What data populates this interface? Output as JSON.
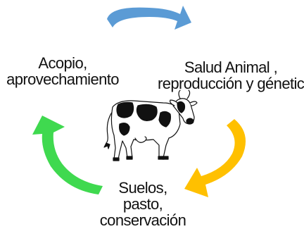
{
  "cycle": {
    "stages": {
      "acopio": {
        "lines": [
          "Acopio,",
          "aprovechamiento"
        ]
      },
      "salud": {
        "lines": [
          "Salud Animal ,",
          "reproducción y génetica"
        ]
      },
      "suelos": {
        "lines": [
          "Suelos,",
          "pasto,",
          "conservación"
        ]
      }
    },
    "arrows": {
      "top": {
        "icon": "curved-arrow-icon",
        "color": "#5B9BD5"
      },
      "right": {
        "icon": "curved-arrow-icon",
        "color": "#FFC000"
      },
      "left": {
        "icon": "curved-arrow-icon",
        "color": "#3FD94F"
      }
    },
    "center_image": {
      "icon": "cow-icon"
    }
  }
}
